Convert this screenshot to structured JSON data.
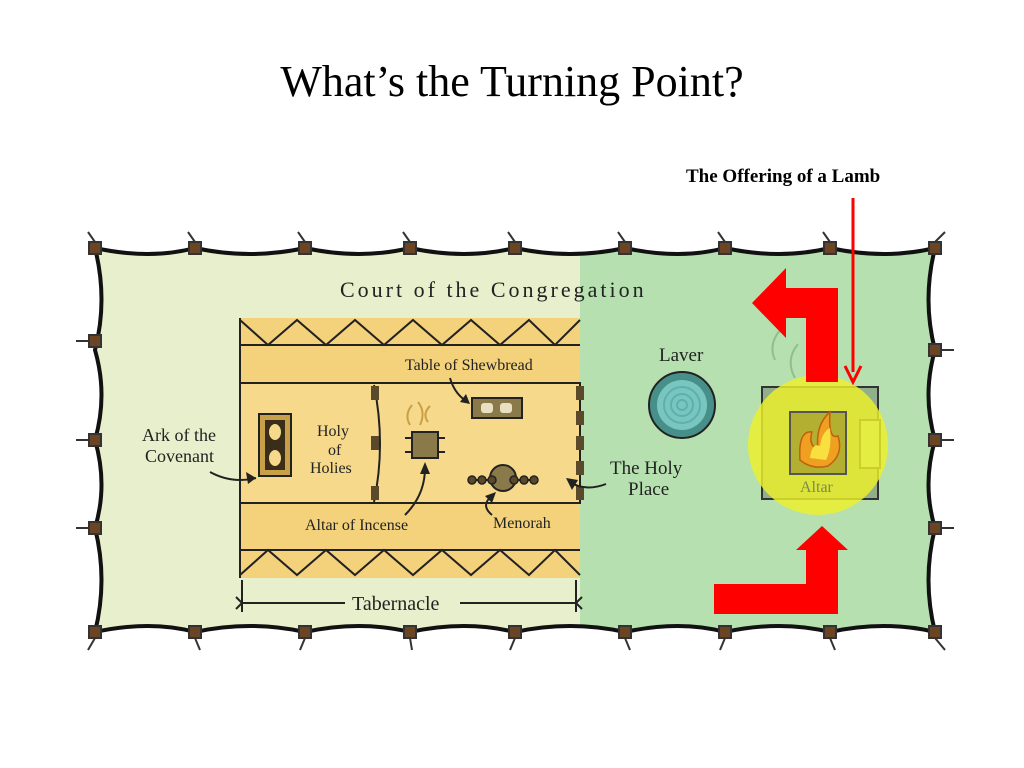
{
  "title": "What’s the Turning Point?",
  "callout": "The Offering of a Lamb",
  "diagram": {
    "court": "Court of the Congregation",
    "table_of_shewbread": "Table of Shewbread",
    "laver": "Laver",
    "ark_line1": "Ark of the",
    "ark_line2": "Covenant",
    "holy_line1": "Holy",
    "holy_line2": "of",
    "holy_line3": "Holies",
    "holy_place_line1": "The Holy",
    "holy_place_line2": "Place",
    "altar_of_incense": "Altar of Incense",
    "menorah": "Menorah",
    "tabernacle": "Tabernacle",
    "altar": "Altar"
  },
  "colors": {
    "court_left": "#e8efcc",
    "court_right": "#b6e0b0",
    "tabernacle": "#f4d27c",
    "highlight": "#eef02a",
    "arrow": "#ff0000",
    "post": "#6b4423"
  }
}
